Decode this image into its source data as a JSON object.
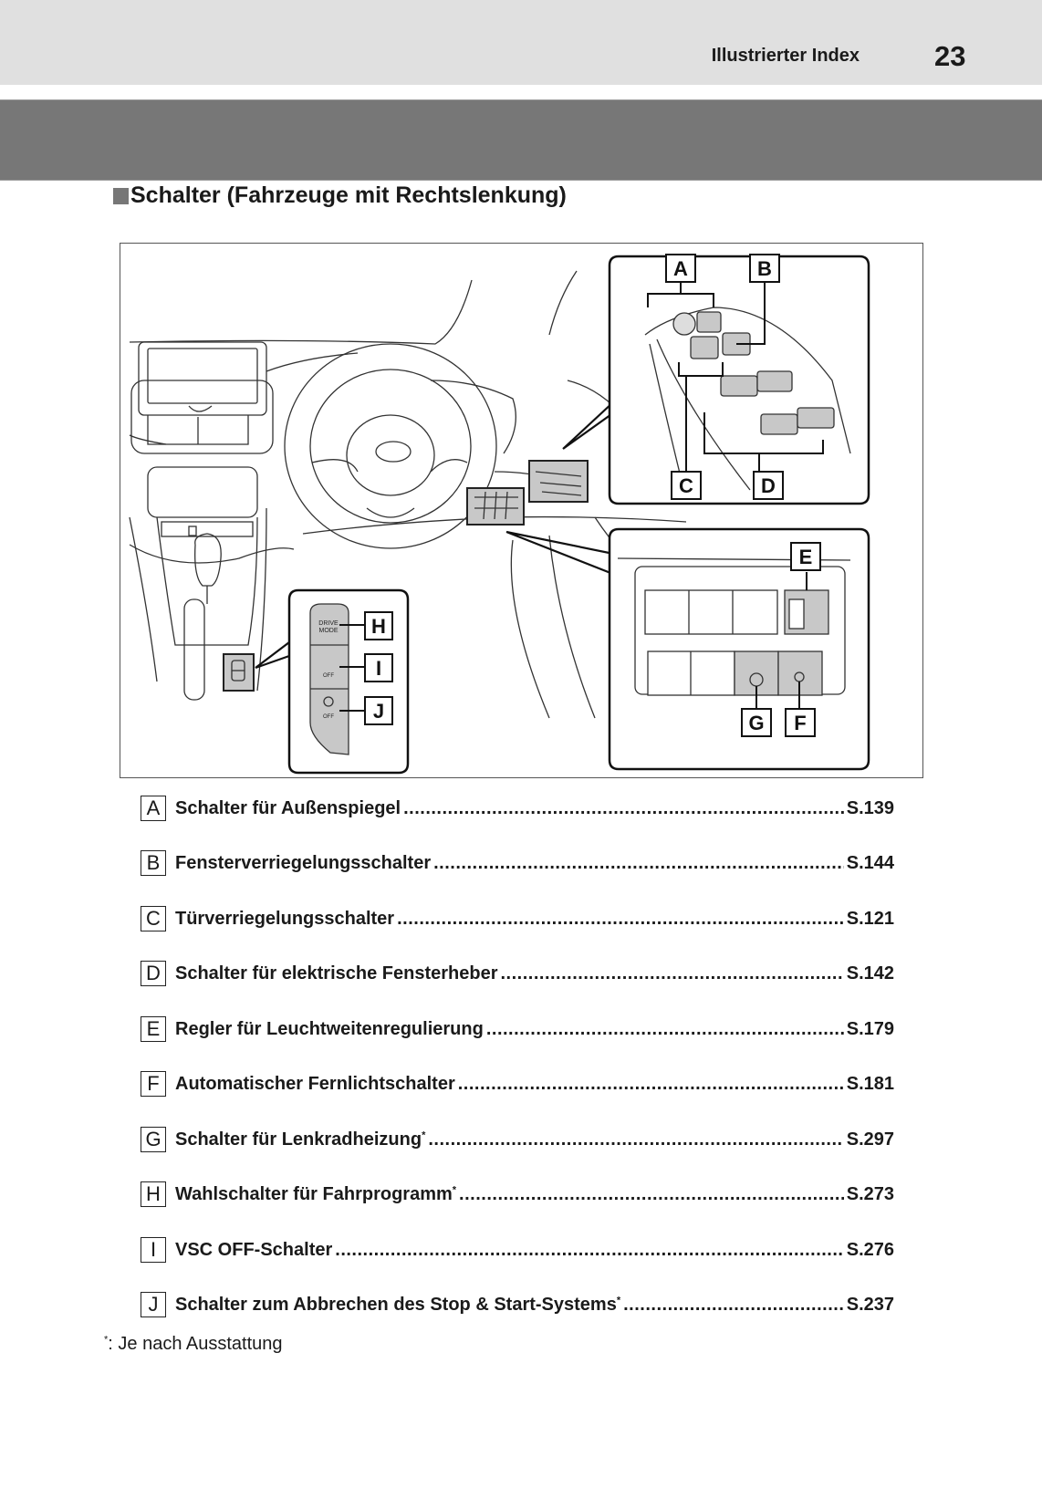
{
  "header": {
    "section": "Illustrierter Index",
    "page_number": "23"
  },
  "heading": "Schalter (Fahrzeuge mit Rechtslenkung)",
  "figure": {
    "callouts": [
      "A",
      "B",
      "C",
      "D",
      "E",
      "F",
      "G",
      "H",
      "I",
      "J"
    ],
    "switch_texts": {
      "drive_mode_line1": "DRIVE",
      "drive_mode_line2": "MODE",
      "vsc_off": "OFF",
      "stop_start_off": "OFF"
    }
  },
  "items": [
    {
      "key": "A",
      "label": "Schalter für Außenspiegel",
      "asterisk": false,
      "page": "S.139"
    },
    {
      "key": "B",
      "label": "Fensterverriegelungsschalter",
      "asterisk": false,
      "page": "S.144"
    },
    {
      "key": "C",
      "label": "Türverriegelungsschalter",
      "asterisk": false,
      "page": "S.121"
    },
    {
      "key": "D",
      "label": "Schalter für elektrische Fensterheber",
      "asterisk": false,
      "page": "S.142"
    },
    {
      "key": "E",
      "label": "Regler für Leuchtweitenregulierung",
      "asterisk": false,
      "page": "S.179"
    },
    {
      "key": "F",
      "label": "Automatischer Fernlichtschalter",
      "asterisk": false,
      "page": "S.181"
    },
    {
      "key": "G",
      "label": "Schalter für Lenkradheizung",
      "asterisk": true,
      "page": "S.297"
    },
    {
      "key": "H",
      "label": "Wahlschalter für Fahrprogramm",
      "asterisk": true,
      "page": "S.273"
    },
    {
      "key": "I",
      "label": "VSC OFF-Schalter",
      "asterisk": false,
      "page": "S.276"
    },
    {
      "key": "J",
      "label": "Schalter zum Abbrechen des Stop & Start-Systems",
      "asterisk": true,
      "page": "S.237"
    }
  ],
  "asterisk_symbol": "*",
  "footnote": {
    "marker": "*",
    "text": ":  Je nach Ausstattung"
  },
  "colors": {
    "header_band": "#e0e0e0",
    "grey_band": "#777777",
    "switch_fill": "#c8c8c8"
  }
}
